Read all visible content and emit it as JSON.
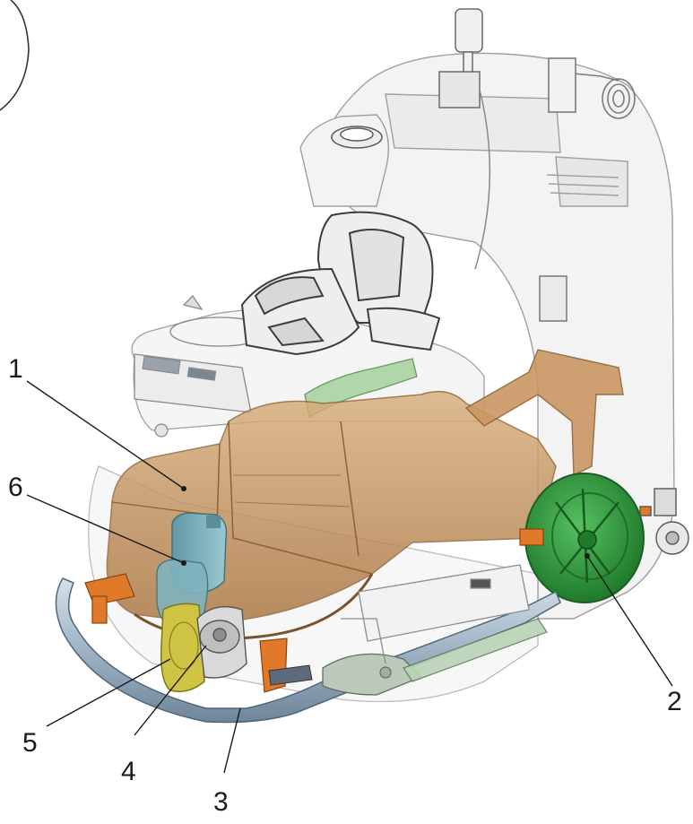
{
  "diagram": {
    "callouts": [
      {
        "id": "1",
        "label": "1"
      },
      {
        "id": "2",
        "label": "2"
      },
      {
        "id": "3",
        "label": "3"
      },
      {
        "id": "4",
        "label": "4"
      },
      {
        "id": "5",
        "label": "5"
      },
      {
        "id": "6",
        "label": "6"
      }
    ]
  },
  "colors": {
    "outline": "#8e8e8e",
    "ghost_fill": "#f1f1f1",
    "chassis": "#c08c54",
    "chassis_dark": "#8e6234",
    "wheel_green": "#2f9a3c",
    "tank_teal": "#6aa7b2",
    "bumper": "#9fb3c4",
    "motor_yellow": "#cbbf3c",
    "orange": "#e07a2a"
  }
}
